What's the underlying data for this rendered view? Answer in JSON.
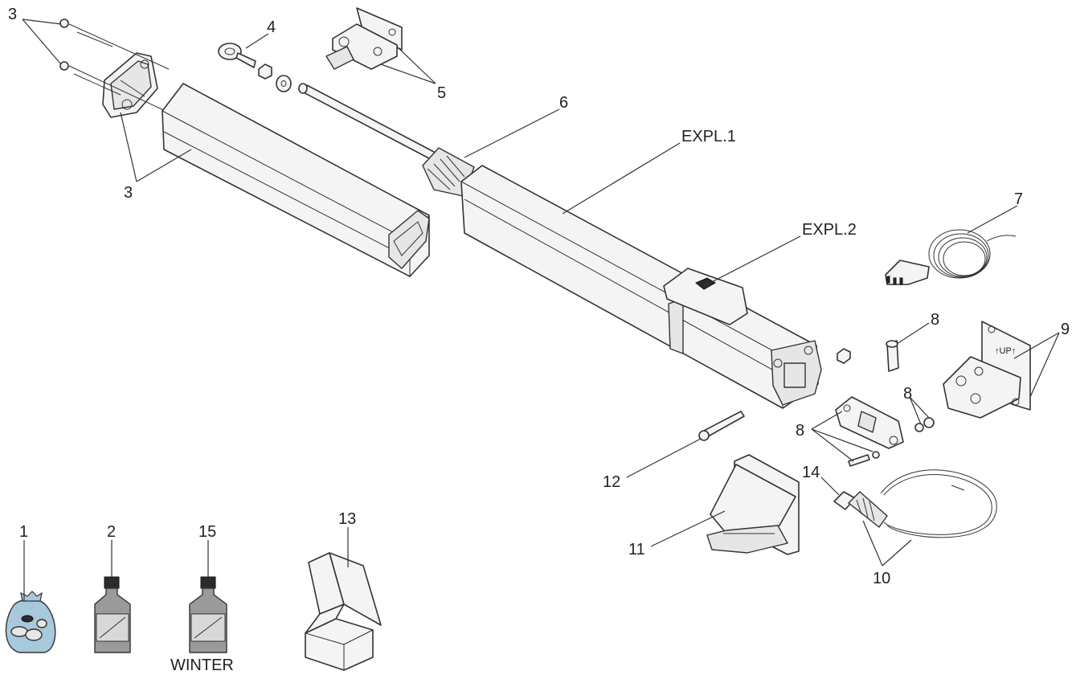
{
  "callouts": {
    "c3a": "3",
    "c3b": "3",
    "c4": "4",
    "c5": "5",
    "c6": "6",
    "expl1": "EXPL.1",
    "expl2": "EXPL.2",
    "c7": "7",
    "c8a": "8",
    "c8b": "8",
    "c8c": "8",
    "c9": "9",
    "c10": "10",
    "c11": "11",
    "c12": "12",
    "c13": "13",
    "c14": "14",
    "c1": "1",
    "c2": "2",
    "c15": "15"
  },
  "bottle_caption": "WINTER",
  "bracket_marking": "↑UP↑",
  "colors": {
    "line": "#333333",
    "bag": "#a8c8dc",
    "bottle": "#9a9a9a",
    "cap": "#2b2b2b"
  }
}
